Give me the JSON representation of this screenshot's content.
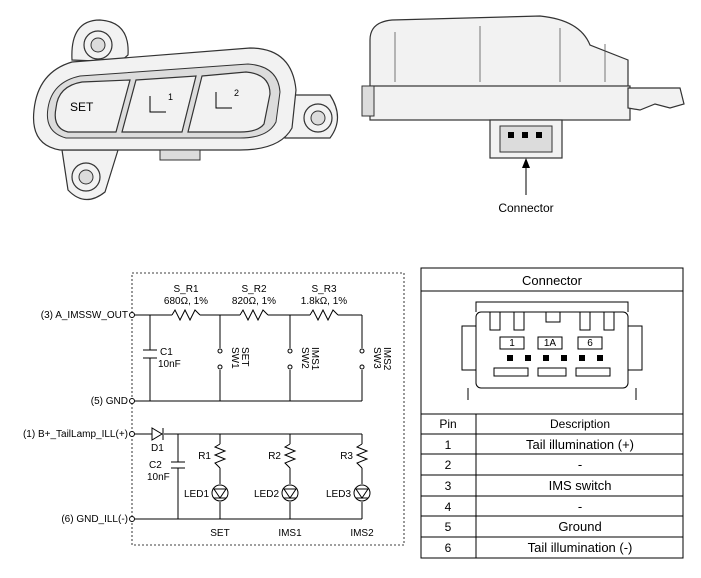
{
  "switch_unit": {
    "button_labels": [
      "SET",
      "1",
      "2"
    ]
  },
  "connector_view": {
    "callout": "Connector"
  },
  "schematic": {
    "terminals": [
      {
        "label": "(3) A_IMSSW_OUT"
      },
      {
        "label": "(5) GND"
      },
      {
        "label": "(1) B+_TailLamp_ILL(+)"
      },
      {
        "label": "(6) GND_ILL(-)"
      }
    ],
    "resistors": [
      {
        "name": "S_R1",
        "value": "680Ω, 1%"
      },
      {
        "name": "S_R2",
        "value": "820Ω, 1%"
      },
      {
        "name": "S_R3",
        "value": "1.8kΩ, 1%"
      }
    ],
    "capacitors": [
      {
        "name": "C1",
        "value": "10nF"
      },
      {
        "name": "C2",
        "value": "10nF"
      }
    ],
    "switches": [
      {
        "name": "SW1",
        "function": "SET"
      },
      {
        "name": "SW2",
        "function": "IMS1"
      },
      {
        "name": "SW3",
        "function": "IMS2"
      }
    ],
    "diode": "D1",
    "led_resistors": [
      "R1",
      "R2",
      "R3"
    ],
    "leds": [
      "LED1",
      "LED2",
      "LED3"
    ],
    "led_functions": [
      "SET",
      "IMS1",
      "IMS2"
    ]
  },
  "pin_table": {
    "title": "Connector",
    "connector_pin_labels": [
      "1",
      "1A",
      "6"
    ],
    "headers": {
      "pin": "Pin",
      "description": "Description"
    },
    "rows": [
      {
        "pin": "1",
        "description": "Tail illumination (+)"
      },
      {
        "pin": "2",
        "description": "-"
      },
      {
        "pin": "3",
        "description": "IMS switch"
      },
      {
        "pin": "4",
        "description": "-"
      },
      {
        "pin": "5",
        "description": "Ground"
      },
      {
        "pin": "6",
        "description": "Tail illumination (-)"
      }
    ]
  }
}
